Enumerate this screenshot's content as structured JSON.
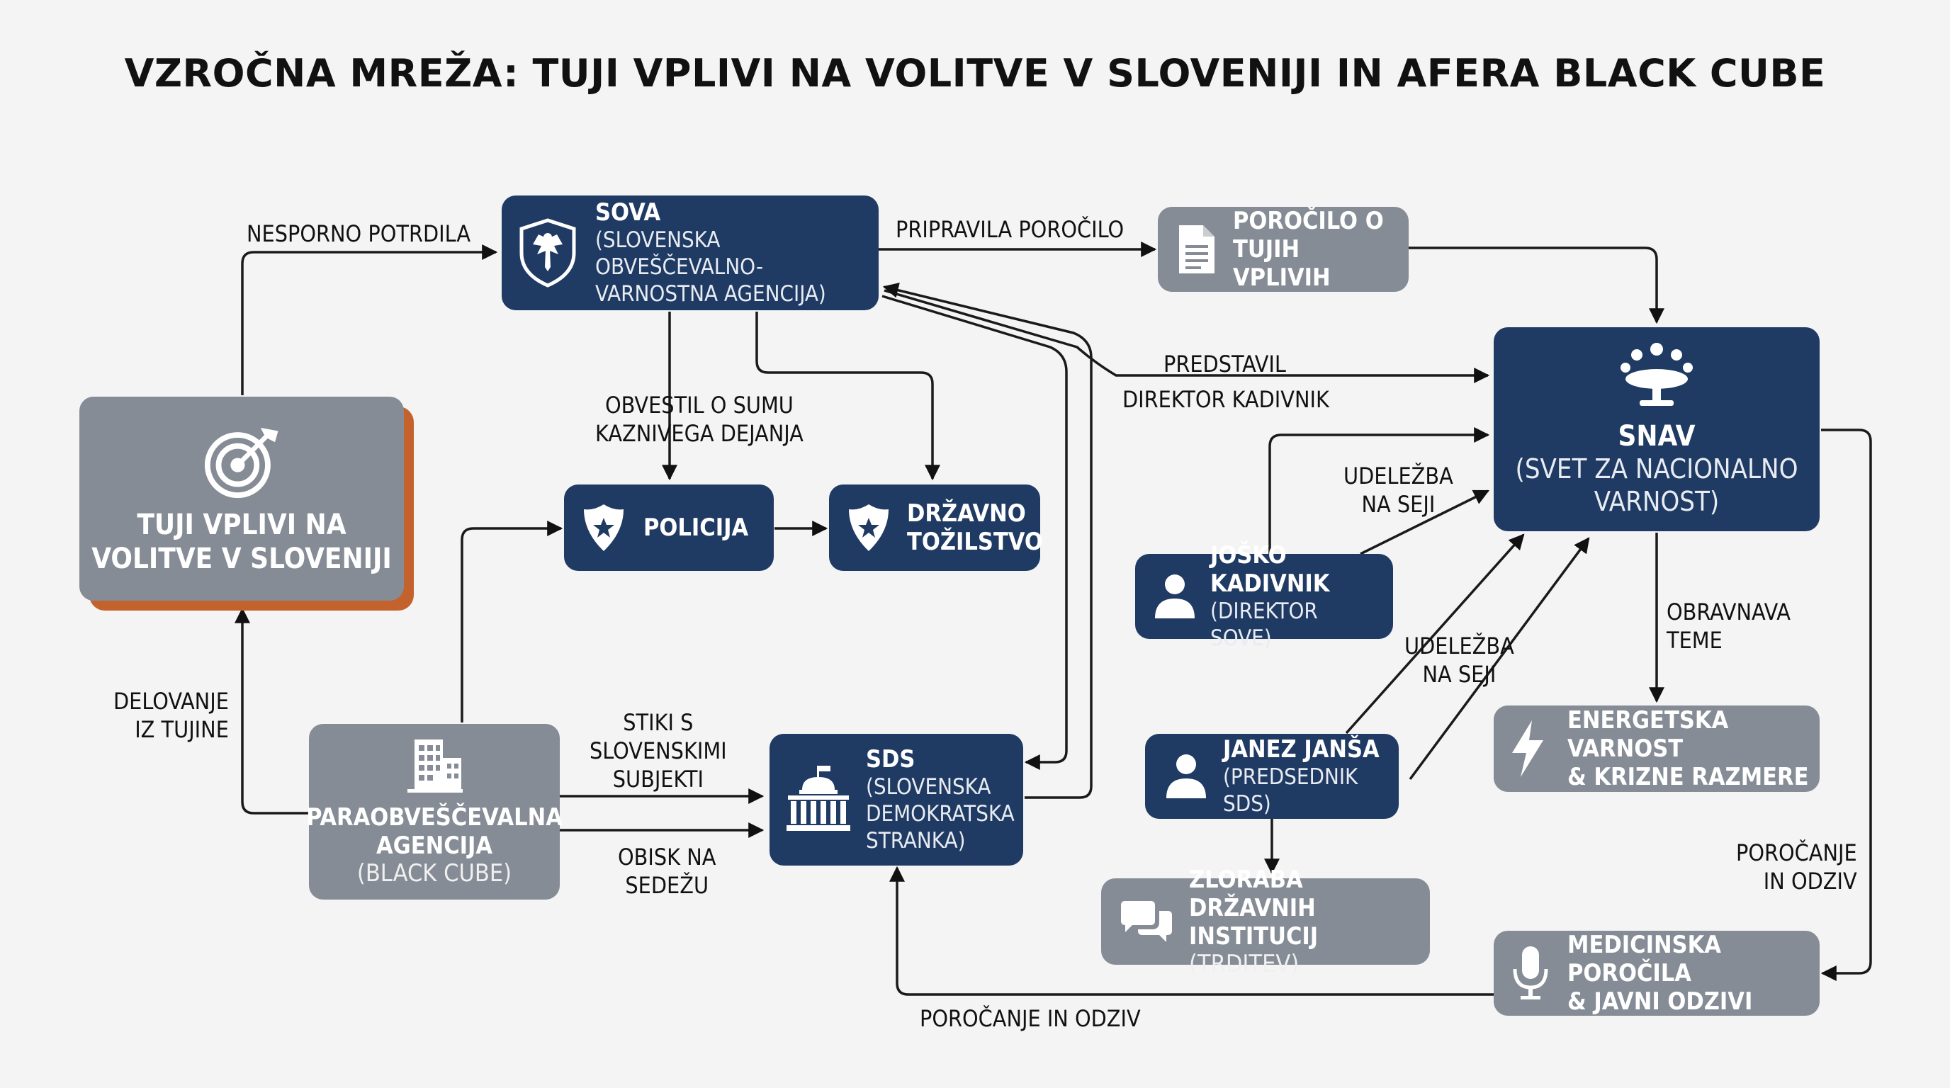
{
  "title": "VZROČNA MREŽA: TUJI VPLIVI NA VOLITVE V SLOVENIJI IN AFERA BLACK CUBE",
  "colors": {
    "navy": "#1f3a63",
    "gray": "#858c95",
    "accent": "#c4622d",
    "text": "#111111"
  },
  "nodes": {
    "tuji": {
      "title": "TUJI VPLIVI NA\nVOLITVE V SLOVENIJI",
      "icon": "target-icon"
    },
    "sova": {
      "title": "SOVA",
      "subtitle": "(SLOVENSKA OBVEŠČEVALNO-\nVARNOSTNA AGENCIJA)",
      "icon": "eagle-emblem-icon"
    },
    "porocilo": {
      "title": "POROČILO O\nTUJIH VPLIVIH",
      "icon": "document-icon"
    },
    "snav": {
      "title": "SNAV",
      "subtitle": "(SVET ZA NACIONALNO\nVARNOST)",
      "icon": "meeting-table-icon"
    },
    "policija": {
      "title": "POLICIJA",
      "icon": "police-badge-icon"
    },
    "tozilstvo": {
      "title": "DRŽAVNO\nTOŽILSTVO",
      "icon": "police-badge-icon"
    },
    "kadivnik": {
      "title": "JOŠKO KADIVNIK",
      "subtitle": "(DIREKTOR SOVE)",
      "icon": "person-icon"
    },
    "jansa": {
      "title": "JANEZ JANŠA",
      "subtitle": "(PREDSEDNIK SDS)",
      "icon": "person-icon"
    },
    "energetska": {
      "title": "ENERGETSKA VARNOST\n& KRIZNE RAZMERE",
      "icon": "lightning-icon"
    },
    "zloraba": {
      "title": "ZLORABA DRŽAVNIH",
      "title2": "INSTITUCIJ",
      "subtitle": "(TRDITEV)",
      "icon": "speech-bubbles-icon"
    },
    "blackcube": {
      "title": "PARAOBVEŠČEVALNA\nAGENCIJA",
      "subtitle": "(BLACK CUBE)",
      "icon": "building-icon"
    },
    "sds": {
      "title": "SDS",
      "subtitle": "(SLOVENSKA\nDEMOKRATSKA\nSTRANKA)",
      "icon": "capitol-icon"
    },
    "medicinska": {
      "title": "MEDICINSKA POROČILA\n& JAVNI ODZIVI",
      "icon": "microphone-icon"
    }
  },
  "edge_labels": {
    "nesporno": "NESPORNO POTRDILA",
    "pripravila": "PRIPRAVILA POROČILO",
    "predstavil1": "PREDSTAVIL",
    "predstavil2": "DIREKTOR KADIVNIK",
    "obvestil": "OBVESTIL O SUMU\nKAZNIVEGA DEJANJA",
    "udelezba1": "UDELEŽBA\nNA SEJI",
    "udelezba2": "UDELEŽBA\nNA SEJI",
    "obravnava": "OBRAVNAVA\nTEME",
    "delovanje": "DELOVANJE\nIZ TUJINE",
    "stiki": "STIKI S\nSLOVENSKIMI\nSUBJEKTI",
    "obisk": "OBISK NA\nSEDEŽU",
    "porocanje_right": "POROČANJE\nIN ODZIV",
    "porocanje_bottom": "POROČANJE IN ODZIV"
  }
}
